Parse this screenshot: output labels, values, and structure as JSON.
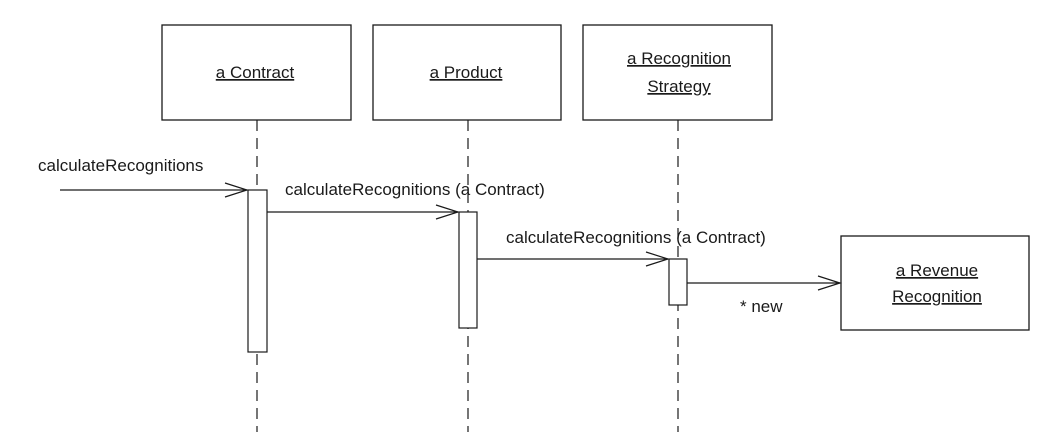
{
  "objects": {
    "contract": {
      "label": "a Contract"
    },
    "product": {
      "label": "a Product"
    },
    "strategy": {
      "label_line1": "a Recognition",
      "label_line2": "Strategy"
    },
    "revenue": {
      "label_line1": "a Revenue",
      "label_line2": "Recognition"
    }
  },
  "messages": {
    "m1": {
      "label": "calculateRecognitions"
    },
    "m2": {
      "label": "calculateRecognitions (a Contract)"
    },
    "m3": {
      "label": "calculateRecognitions (a Contract)"
    },
    "m4": {
      "label": "* new"
    }
  },
  "colors": {
    "stroke": "#1a1a1a",
    "background": "#ffffff"
  }
}
